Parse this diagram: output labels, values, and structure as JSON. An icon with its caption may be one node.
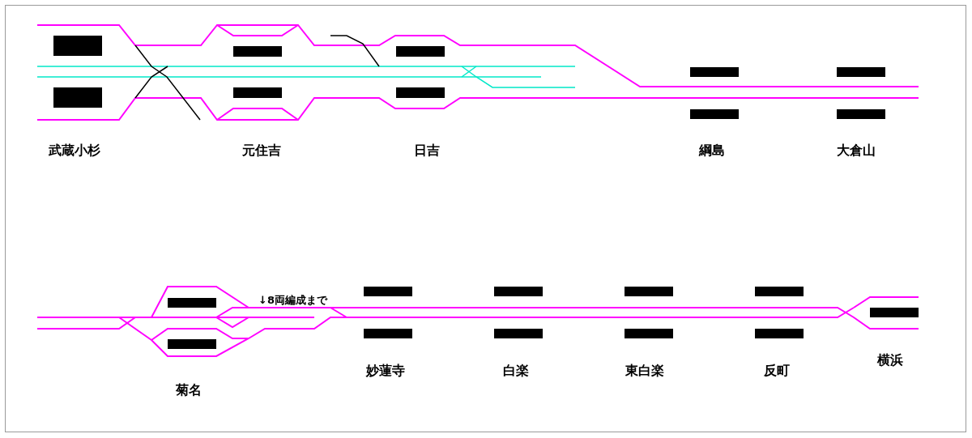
{
  "diagram": {
    "labels": [
      "武蔵小杉",
      "元住吉",
      "日吉",
      "綱島",
      "大倉山",
      "菊名",
      "↓8両編成まで",
      "妙蓮寺",
      "白楽",
      "東白楽",
      "反町",
      "横浜"
    ]
  }
}
